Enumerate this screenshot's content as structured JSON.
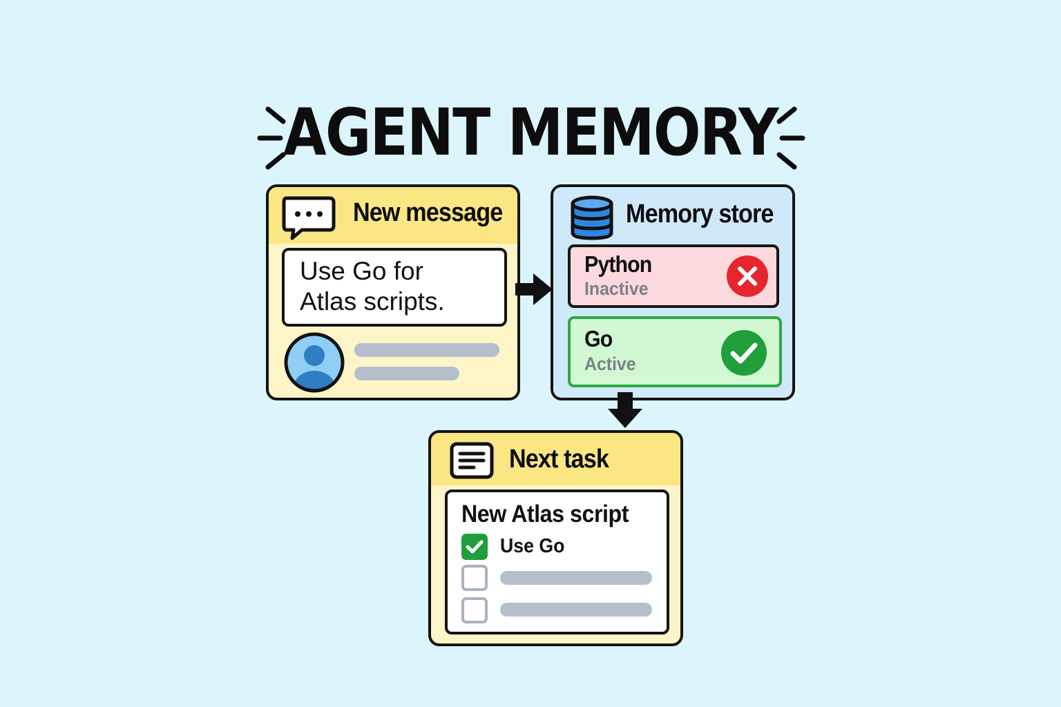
{
  "title": "AGENT MEMORY",
  "colors": {
    "background": "#dcf4fc",
    "yellow_panel": "#fdf5c8",
    "yellow_header": "#fbe684",
    "blue_panel": "#cfe9fb",
    "inactive_red": "#e5262f",
    "active_green": "#1f9e3b",
    "placeholder_gray": "#b4bfcb"
  },
  "new_message": {
    "icon": "chat-bubble-icon",
    "title": "New message",
    "text": "Use Go for\nAtlas scripts.",
    "avatar_icon": "user-avatar-icon"
  },
  "memory_store": {
    "icon": "database-icon",
    "title": "Memory store",
    "entries": [
      {
        "name": "Python",
        "status": "Inactive",
        "icon": "x-circle-icon"
      },
      {
        "name": "Go",
        "status": "Active",
        "icon": "check-circle-icon"
      }
    ]
  },
  "next_task": {
    "icon": "document-icon",
    "title": "Next task",
    "heading": "New Atlas script",
    "items": [
      {
        "label": "Use Go",
        "checked": true
      },
      {
        "label": "",
        "checked": false
      },
      {
        "label": "",
        "checked": false
      }
    ]
  }
}
